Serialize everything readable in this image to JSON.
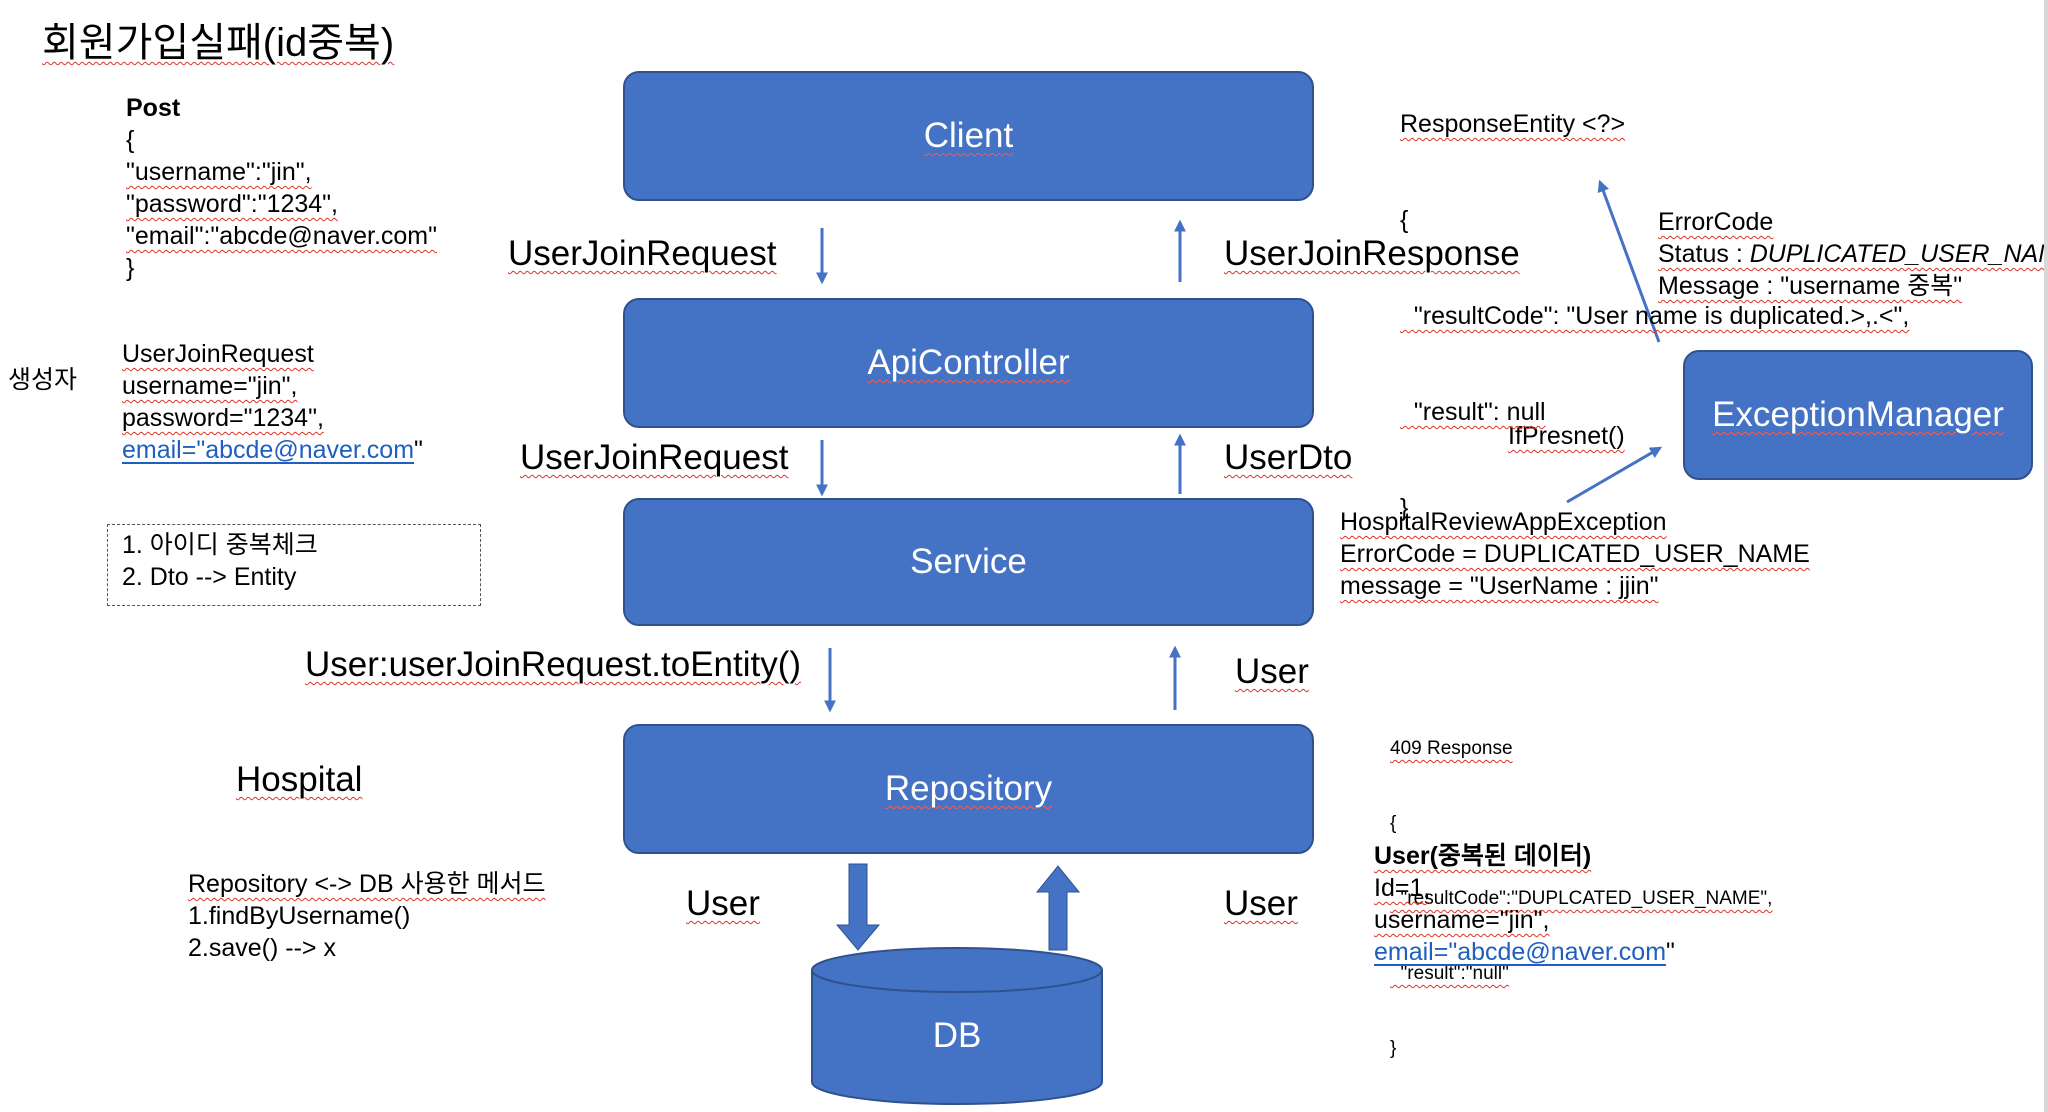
{
  "title": "회원가입실패(id중복)",
  "nodes": {
    "client": "Client",
    "api_controller": "ApiController",
    "service": "Service",
    "repository": "Repository",
    "exception_manager": "ExceptionManager",
    "db": "DB"
  },
  "edge_labels": {
    "req_client_to_api": "UserJoinRequest",
    "resp_api_to_client": "UserJoinResponse",
    "req_api_to_service": "UserJoinRequest",
    "dto_service_to_api": "UserDto",
    "entity_service_to_repo": "User:userJoinRequest.toEntity()",
    "user_repo_to_service": "User",
    "user_repo_to_db": "User",
    "user_db_to_repo": "User",
    "if_present": "IfPresnet()"
  },
  "post_request": {
    "method": "Post",
    "lines": [
      "{",
      " \"username\":\"jin\",",
      "\"password\":\"1234\",",
      "\"email\":\"abcde@naver.com\"",
      "}"
    ]
  },
  "constructor": {
    "side_label": "생성자",
    "lines": [
      "UserJoinRequest",
      "username=\"jin\",",
      "password=\"1234\","
    ],
    "email_link": "email=\"abcde@naver.com",
    "email_tail": "\""
  },
  "checklist": [
    "1. 아이디 중복체크",
    "2. Dto --> Entity"
  ],
  "hospital_label": "Hospital",
  "repository_methods": {
    "heading": "Repository <-> DB 사용한 메서드",
    "items": [
      "1.findByUsername()",
      "2.save() --> x"
    ]
  },
  "response_entity": {
    "lines": [
      "ResponseEntity <?>",
      "{",
      "  \"resultCode\": \"User name is duplicated.>,.<\",",
      "  \"result\": null",
      "}"
    ]
  },
  "error_code": {
    "heading": "ErrorCode",
    "status_prefix": "Status : ",
    "status_value": "DUPLICATED_USER_NAME",
    "message": "Message : \"username 중복\""
  },
  "exception": {
    "lines": [
      "HospitalReviewAppException",
      "ErrorCode = DUPLICATED_USER_NAME",
      "message = \"UserName : jjin\""
    ]
  },
  "response_409": {
    "lines": [
      "409 Response",
      "{",
      "  \"resultCode\":\"DUPLCATED_USER_NAME\",",
      "  \"result\":\"null\"",
      "}"
    ]
  },
  "duplicate_user": {
    "heading": "User(중복된 데이터)",
    "lines": [
      "Id=1,",
      "username=\"jin\","
    ],
    "email_link": "email=\"abcde@naver.com",
    "email_tail": "\""
  },
  "colors": {
    "node_fill": "#4472c4",
    "node_border": "#2f528f",
    "arrow": "#4472c4",
    "link": "#1f5fbf",
    "squiggle": "#d9362b"
  }
}
